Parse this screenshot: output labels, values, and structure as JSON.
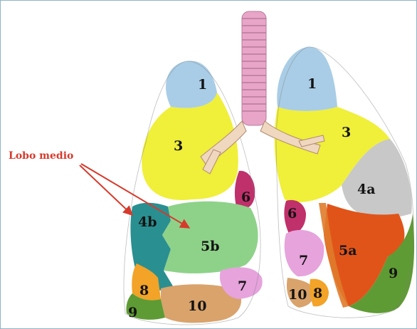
{
  "callout": {
    "text": "Lobo medio",
    "color": "#d63a2c"
  },
  "segments": {
    "right": {
      "s1": "1",
      "s3": "3",
      "s6": "6",
      "s4b": "4b",
      "s5b": "5b",
      "s7": "7",
      "s8": "8",
      "s9": "9",
      "s10": "10"
    },
    "left": {
      "s1": "1",
      "s3": "3",
      "s4a": "4a",
      "s6": "6",
      "s5a": "5a",
      "s7": "7",
      "s8": "8",
      "s9": "9",
      "s10": "10"
    }
  },
  "colors": {
    "apical": "#a9cde6",
    "anterior": "#f0ef3a",
    "superior_basal": "#c0306a",
    "lateral_middle": "#2a8f90",
    "medial_middle": "#8ed28a",
    "posterior_basal": "#5f9b34",
    "anterior_basal": "#f2a328",
    "medial_basal": "#e6a3dc",
    "lingular_superior": "#c8c8c8",
    "lingular_inferior": "#e0541a",
    "lateral_basal": "#d9a36b",
    "trachea": "#e8a5c8"
  }
}
